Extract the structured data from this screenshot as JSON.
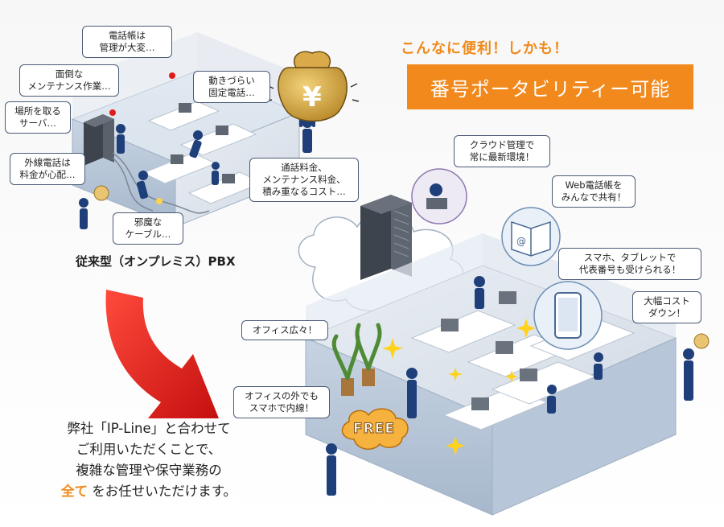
{
  "headline": "こんなに便利！しかも！",
  "banner": "番号ポータビリティー可能",
  "legacy": {
    "label": "従来型（オンプレミス）PBX",
    "bubbles": [
      [
        "電話帳は",
        "管理が大変…"
      ],
      [
        "面倒な",
        "メンテナンス作業…"
      ],
      [
        "動きづらい",
        "固定電話…"
      ],
      [
        "場所を取る",
        "サーバ…"
      ],
      [
        "外線電話は",
        "料金が心配…"
      ],
      [
        "通話料金、",
        "メンテナンス料金、",
        "積み重なるコスト…"
      ],
      [
        "邪魔な",
        "ケーブル…"
      ]
    ]
  },
  "cloud": {
    "bubbles": [
      [
        "クラウド管理で",
        "常に最新環境！"
      ],
      [
        "Web電話帳を",
        "みんなで共有！"
      ],
      [
        "スマホ、タブレットで",
        "代表番号も受けられる！"
      ],
      [
        "大幅コスト",
        "ダウン！"
      ],
      [
        "オフィス広々！"
      ],
      [
        "オフィスの外でも",
        "スマホで内線！"
      ]
    ],
    "free_badge": "FREE"
  },
  "description": {
    "line1": "弊社「IP-Line」と合わせて",
    "line2": "ご利用いただくことで、",
    "line3": "複雑な管理や保守業務の",
    "highlight": "全て",
    "line4_rest": "をお任せいただけます。"
  },
  "colors": {
    "accent_orange": "#f1891d",
    "arrow_red": "#e11b1b",
    "figure_navy": "#1f3f7a",
    "server_dark": "#444a55"
  }
}
